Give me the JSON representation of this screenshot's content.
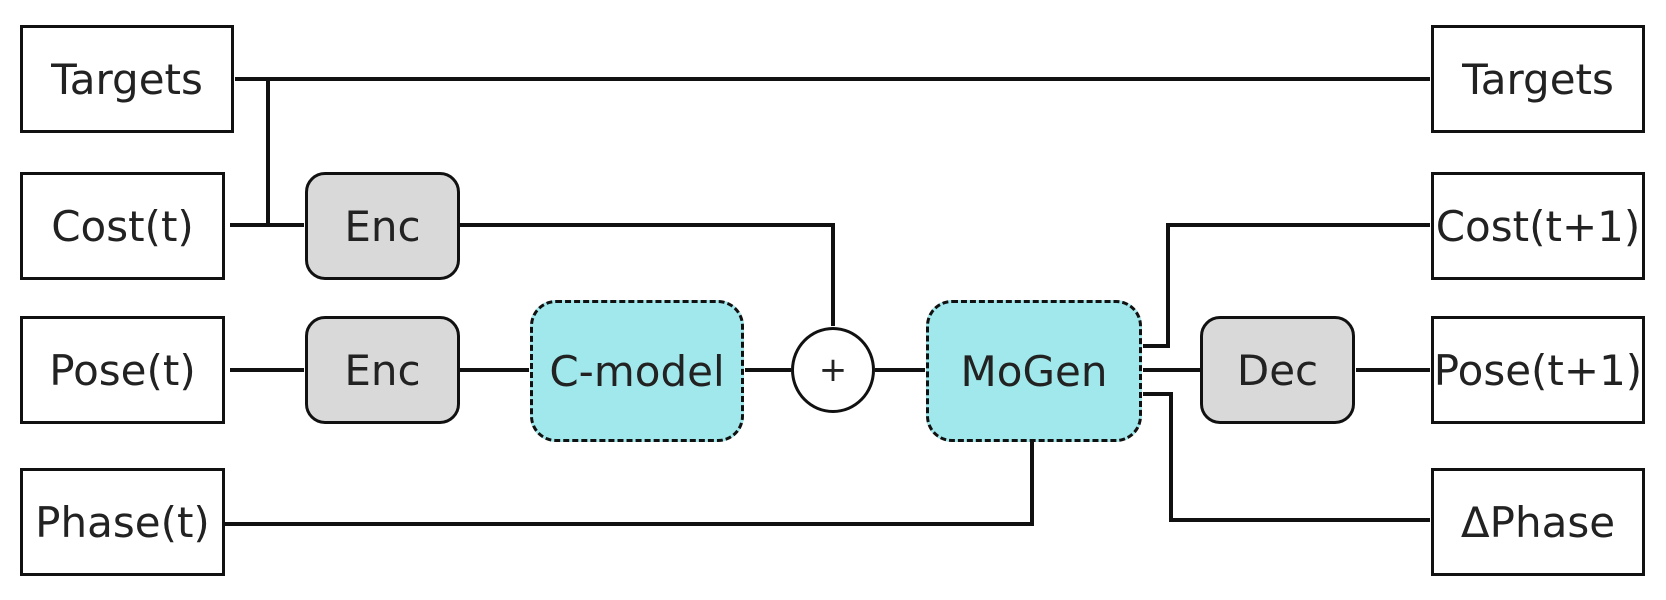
{
  "inputs": {
    "targets": "Targets",
    "cost": "Cost(t)",
    "pose": "Pose(t)",
    "phase": "Phase(t)"
  },
  "blocks": {
    "enc_cost": "Enc",
    "enc_pose": "Enc",
    "cmodel": "C-model",
    "plus": "+",
    "mogen": "MoGen",
    "dec": "Dec"
  },
  "outputs": {
    "targets": "Targets",
    "cost": "Cost(t+1)",
    "pose": "Pose(t+1)",
    "dphase": "ΔPhase"
  },
  "colors": {
    "model_fill": "#a0e8ec",
    "encoder_fill": "#d9d9d9",
    "stroke": "#111111"
  }
}
